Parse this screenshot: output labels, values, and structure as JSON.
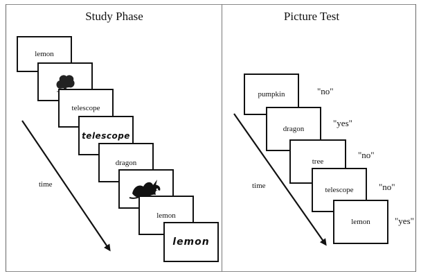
{
  "study": {
    "title": "Study Phase",
    "time_label": "time",
    "cards": [
      {
        "type": "word",
        "text": "lemon"
      },
      {
        "type": "picture",
        "text": "",
        "picture": "tree-icon"
      },
      {
        "type": "word",
        "text": "telescope"
      },
      {
        "type": "bold-word",
        "text": "telescope"
      },
      {
        "type": "word",
        "text": "dragon"
      },
      {
        "type": "picture",
        "text": "",
        "picture": "dragon-icon"
      },
      {
        "type": "word",
        "text": "lemon"
      },
      {
        "type": "bold-word",
        "text": "lemon"
      }
    ]
  },
  "test": {
    "title": "Picture Test",
    "time_label": "time",
    "cards": [
      {
        "text": "pumpkin",
        "response": "\"no\""
      },
      {
        "text": "dragon",
        "response": "\"yes\""
      },
      {
        "text": "tree",
        "response": "\"no\""
      },
      {
        "text": "telescope",
        "response": "\"no\""
      },
      {
        "text": "lemon",
        "response": "\"yes\""
      }
    ]
  }
}
